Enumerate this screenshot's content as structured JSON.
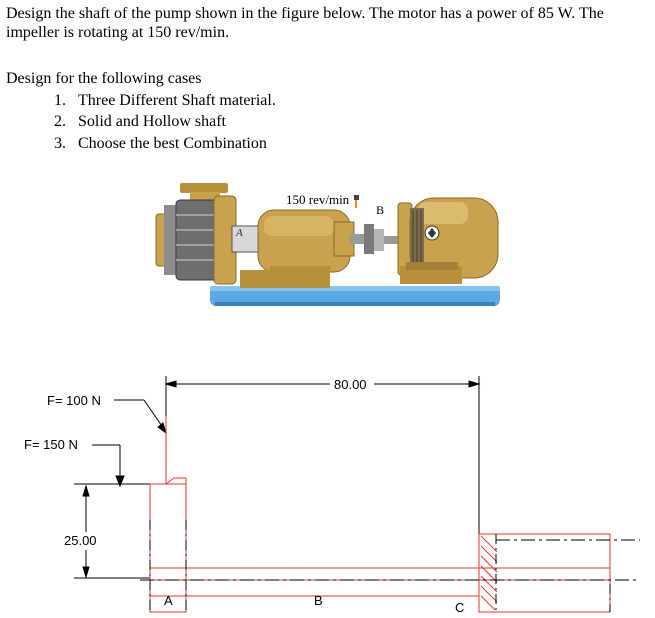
{
  "problem": {
    "intro": "Design the shaft of the pump shown in the figure below. The motor has a power of 85 W. The impeller is rotating at 150 rev/min.",
    "heading": "Design for the following cases",
    "cases": [
      {
        "num": "1.",
        "text": "Three Different Shaft material."
      },
      {
        "num": "2.",
        "text": "Solid and Hollow shaft"
      },
      {
        "num": "3.",
        "text": "Choose the best Combination"
      }
    ]
  },
  "photo": {
    "speed_label": "150 rev/min",
    "label_a": "A",
    "label_b": "B"
  },
  "drawing": {
    "dim_length": "80.00",
    "dim_height": "25.00",
    "force_1": "F= 100 N",
    "force_2": "F= 150 N",
    "label_a": "A",
    "label_b": "B",
    "label_c": "C"
  },
  "colors": {
    "shaft_red": "#e8342c",
    "pump_gold": "#c9a24e",
    "base_blue": "#5aa8e6",
    "dim_black": "#000000"
  }
}
